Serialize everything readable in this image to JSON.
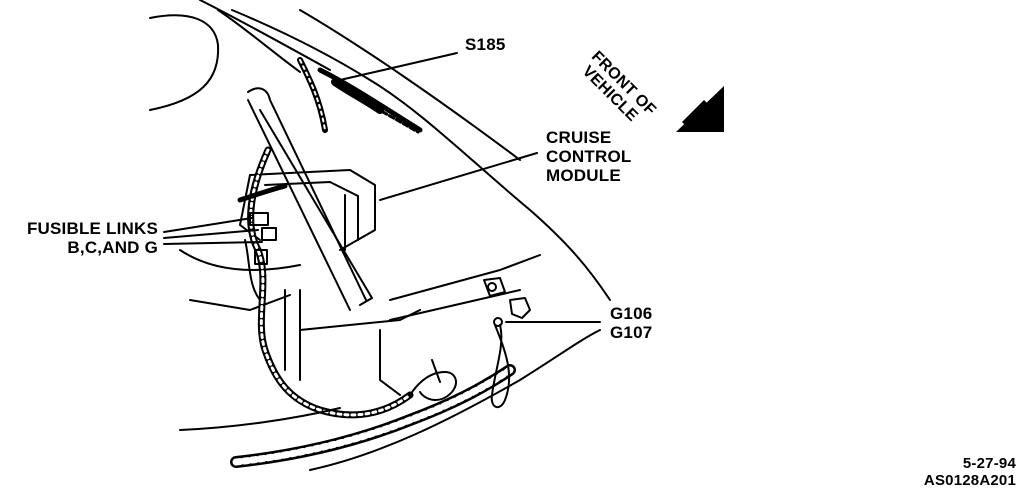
{
  "labels": {
    "splice": "S185",
    "front_of_vehicle": [
      "FRONT OF",
      "VEHICLE"
    ],
    "cruise_control_module": [
      "CRUISE",
      "CONTROL",
      "MODULE"
    ],
    "fusible_links": [
      "FUSIBLE LINKS",
      "B,C,AND G"
    ],
    "grounds": [
      "G106",
      "G107"
    ]
  },
  "footer": {
    "date": "5-27-94",
    "figure_id": "AS0128A201"
  }
}
